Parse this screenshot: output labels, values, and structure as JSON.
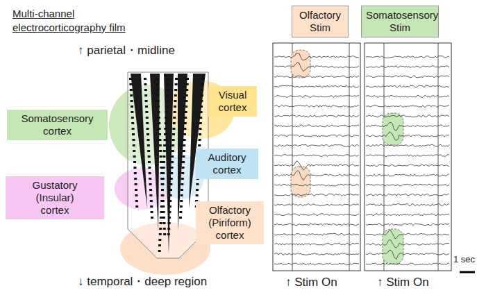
{
  "diagram": {
    "title": "Multi-channel electrocorticography film",
    "nodes": [
      {
        "text": [
          "Somatosensory cortex"
        ]
      },
      {
        "text": [
          "Visual cortex"
        ]
      },
      {
        "text": [
          "Auditory cortex"
        ]
      },
      {
        "text": [
          "Gustatory (Insular) cortex"
        ]
      },
      {
        "text": [
          "Olfactory (Piriform) cortex"
        ]
      },
      {
        "text": [
          "Olfactory Stim"
        ]
      },
      {
        "text": [
          "Somatosensory Stim"
        ]
      }
    ],
    "labels": [
      "↑ parietal・midline",
      "↓ temporal・deep region",
      "1 sec",
      "↑ Stim On",
      "↑ Stim On"
    ]
  }
}
